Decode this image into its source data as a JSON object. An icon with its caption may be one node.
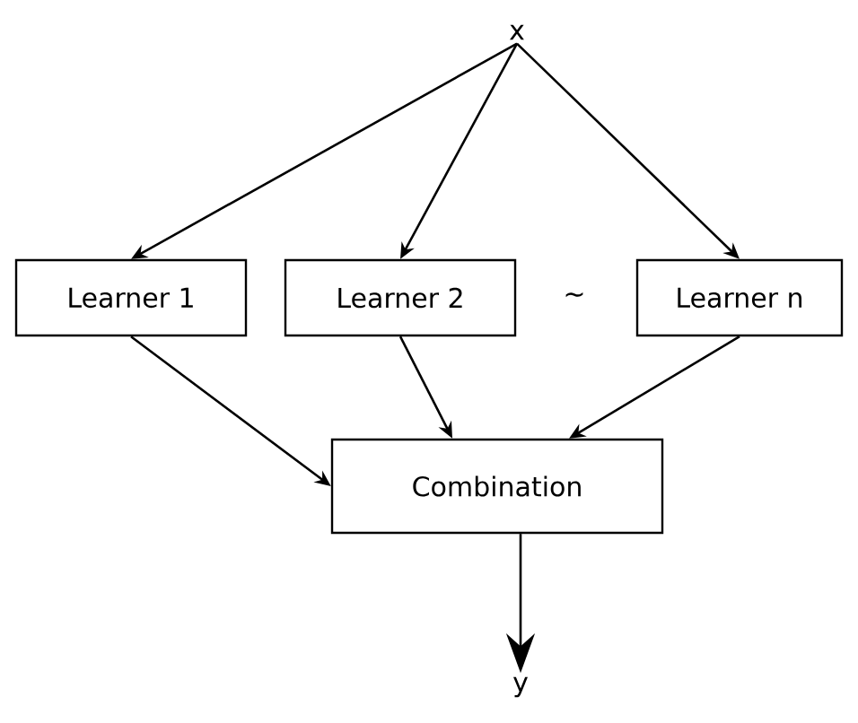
{
  "diagram": {
    "nodes": [
      {
        "text": [
          "x"
        ]
      },
      {
        "text": [
          "Learner 1"
        ]
      },
      {
        "text": [
          "Learner 2"
        ]
      },
      {
        "text": [
          "Learner n"
        ]
      },
      {
        "text": [
          "Combination"
        ]
      },
      {
        "text": [
          "y"
        ]
      }
    ],
    "edges": [
      {
        "from": 0,
        "to": 1,
        "arrow": "to"
      },
      {
        "from": 0,
        "to": 2,
        "arrow": "to"
      },
      {
        "from": 0,
        "to": 3,
        "arrow": "to"
      },
      {
        "from": 1,
        "to": 4,
        "arrow": "to"
      },
      {
        "from": 2,
        "to": 4,
        "arrow": "to"
      },
      {
        "from": 3,
        "to": 4,
        "arrow": "to"
      },
      {
        "from": 4,
        "to": 5,
        "arrow": "to"
      }
    ],
    "labels": [
      "~"
    ]
  }
}
